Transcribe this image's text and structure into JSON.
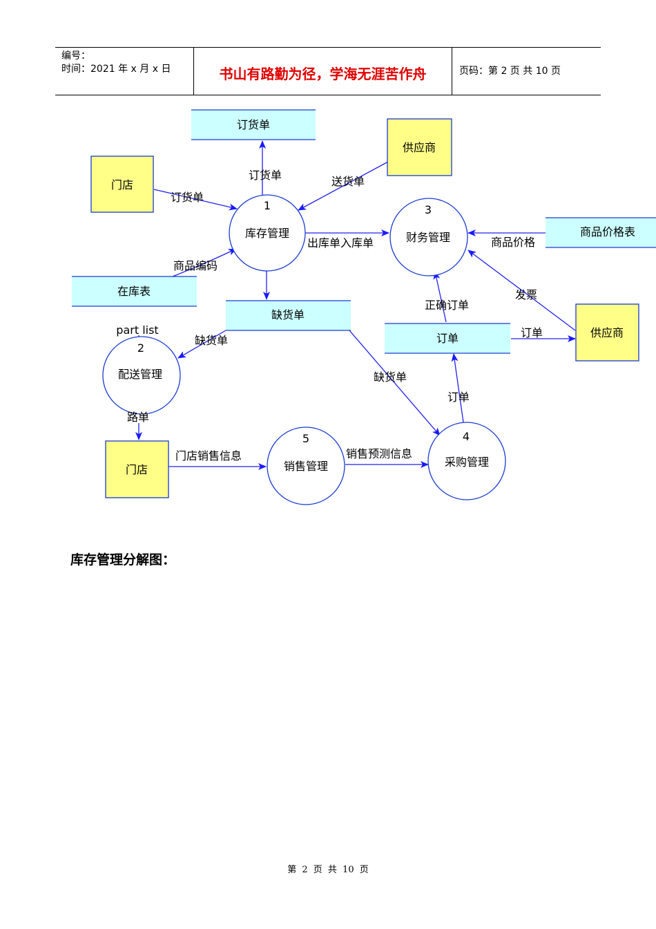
{
  "header": {
    "number_label": "编号：",
    "time_label": "时间：2021 年 x 月 x 日",
    "motto": "书山有路勤为径，学海无涯苦作舟",
    "page_info": "页码：第 2 页  共 10 页"
  },
  "diagram": {
    "stores": {
      "order_form": "订货单",
      "in_stock": "在库表",
      "shortage": "缺货单",
      "purchase_order": "订单",
      "price_table": "商品价格表"
    },
    "entities": {
      "store_top": "门店",
      "store_bottom": "门店",
      "supplier_top": "供应商",
      "supplier_right": "供应商"
    },
    "processes": {
      "inventory": {
        "num": "1",
        "name": "库存管理"
      },
      "delivery": {
        "num": "2",
        "name": "配送管理"
      },
      "finance": {
        "num": "3",
        "name": "财务管理"
      },
      "purchase": {
        "num": "4",
        "name": "采购管理"
      },
      "sales": {
        "num": "5",
        "name": "销售管理"
      }
    },
    "flows": {
      "order_up": "订货单",
      "store_order": "订货单",
      "delivery_note": "送货单",
      "in_out": "出库单入库单",
      "price": "商品价格",
      "product_code": "商品编码",
      "part_list": "part list",
      "shortage_to_delivery": "缺货单",
      "correct_order": "正确订单",
      "invoice": "发票",
      "order_to_supplier": "订单",
      "shortage_to_purchase": "缺货单",
      "order_up_purchase": "订单",
      "route": "路单",
      "store_sales": "门店销售信息",
      "forecast": "销售预测信息"
    }
  },
  "section_title": "库存管理分解图：",
  "footer": "第 2 页 共 10 页"
}
